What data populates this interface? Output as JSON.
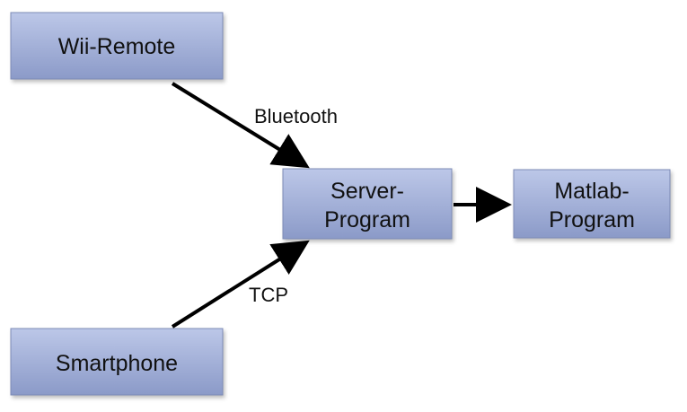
{
  "nodes": {
    "wii_remote": {
      "label": "Wii-Remote"
    },
    "server_program": {
      "line1": "Server-",
      "line2": "Program"
    },
    "matlab_program": {
      "line1": "Matlab-",
      "line2": "Program"
    },
    "smartphone": {
      "label": "Smartphone"
    }
  },
  "edges": {
    "wii_to_server": {
      "label": "Bluetooth"
    },
    "phone_to_server": {
      "label": "TCP"
    },
    "server_to_matlab": {
      "label": ""
    }
  },
  "colors": {
    "node_fill_top": "#b8c4e6",
    "node_fill_bottom": "#8d9cc9",
    "node_border": "#7d8bb6",
    "arrow": "#000000",
    "text": "#111111"
  }
}
